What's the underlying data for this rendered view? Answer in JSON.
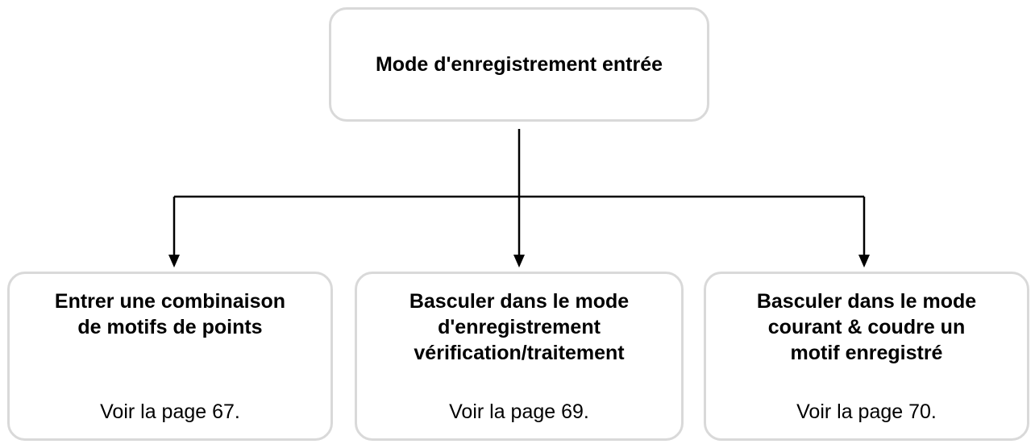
{
  "root": {
    "title": "Mode d'enregistrement entrée"
  },
  "children": [
    {
      "title_lines": [
        "Entrer une combinaison",
        "de motifs de points"
      ],
      "reference": "Voir la page 67."
    },
    {
      "title_lines": [
        "Basculer dans le mode",
        "d'enregistrement",
        "vérification/traitement"
      ],
      "reference": "Voir la page 69."
    },
    {
      "title_lines": [
        "Basculer dans le mode",
        "courant & coudre un",
        "motif enregistré"
      ],
      "reference": "Voir la page 70."
    }
  ],
  "colors": {
    "box_border": "#d9d9d9",
    "connector": "#000000",
    "text": "#000000"
  }
}
